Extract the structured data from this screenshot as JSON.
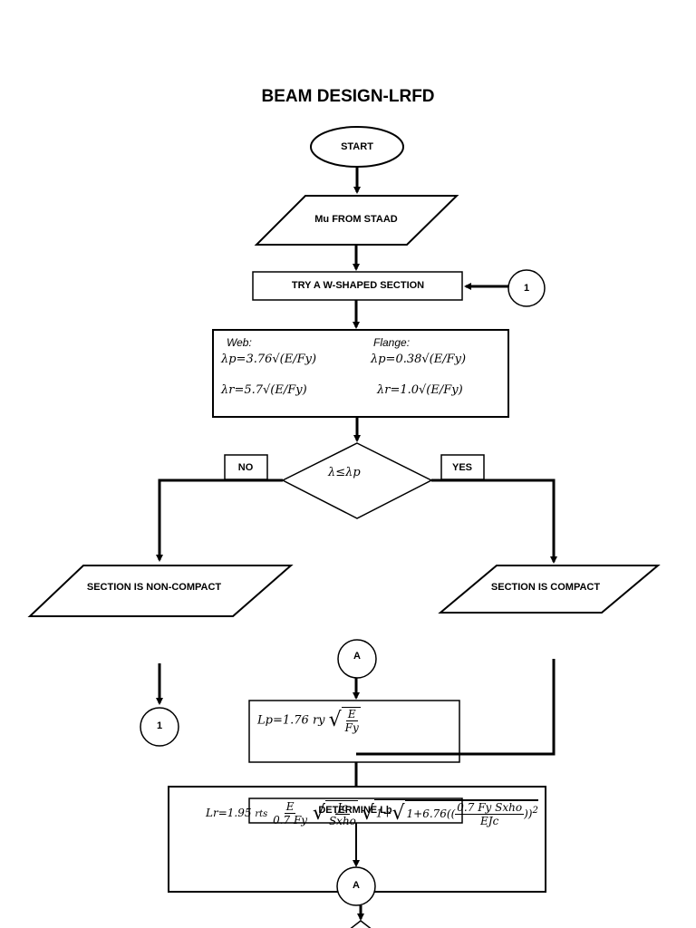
{
  "title": "BEAM DESIGN-LRFD",
  "nodes": {
    "start": "START",
    "mu_input": "Mu FROM STAAD",
    "try_section": "TRY A W-SHAPED SECTION",
    "web_label": "Web:",
    "flange_label": "Flange:",
    "web_lp": "λp=3.76√(E/Fy)",
    "web_lr": "λr=5.7√(E/Fy)",
    "flange_lp": "λp=0.38√(E/Fy)",
    "flange_lr": "λr=1.0√(E/Fy)",
    "decision": "λ≤λp",
    "no": "NO",
    "yes": "YES",
    "non_compact": "SECTION IS NON-COMPACT",
    "compact": "SECTION IS COMPACT",
    "determine_lb": "DETERMINE Lb"
  },
  "connectors": {
    "one_right": "1",
    "one_left": "1",
    "a_top": "A",
    "a_bottom": "A"
  },
  "formulas": {
    "lp_prefix": "Lp=1.76",
    "lp_ry": "ry",
    "lp_num": "E",
    "lp_den": "Fy",
    "lr_prefix": "Lr=1.95",
    "lr_rts": "rts",
    "lr_frac1_num": "E",
    "lr_frac1_den": "0.7 Fy",
    "lr_frac2_num": "Jc",
    "lr_frac2_den": "Sxho",
    "lr_inner": "1+",
    "lr_inner2": "1+6.76",
    "lr_frac3_num": "0.7 Fy Sxho",
    "lr_frac3_den": "EJc",
    "lr_exp": "2"
  }
}
